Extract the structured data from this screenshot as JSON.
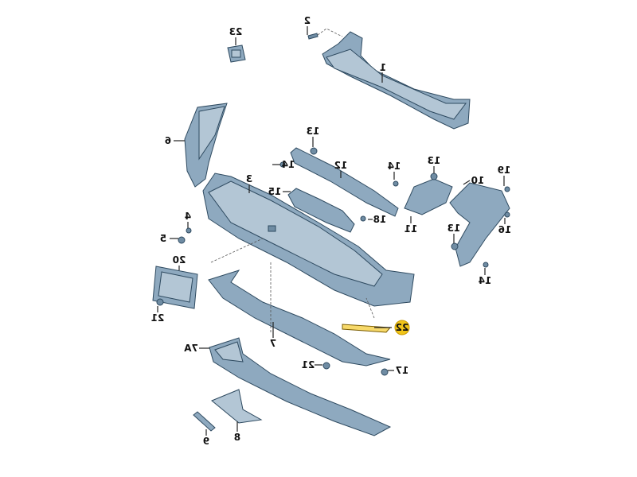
{
  "diagram": {
    "title": "Rear bumper exploded parts diagram",
    "mirrored_labels": true,
    "highlight_color": "#f0c419",
    "part_color": "#8ea9bf",
    "callouts": {
      "c23": "23",
      "c2": "2",
      "c1": "1",
      "c6": "6",
      "c13a": "13",
      "c14a": "14",
      "c12": "12",
      "c3": "3",
      "c15": "15",
      "c14b": "14",
      "c13b": "13",
      "c19": "19",
      "c10": "10",
      "c18": "18",
      "c11": "11",
      "c16": "16",
      "c13c": "13",
      "c14c": "14",
      "c4": "4",
      "c5": "5",
      "c20": "20",
      "c21a": "21",
      "c22": "22",
      "c7": "7",
      "c7a": "7A",
      "c21b": "21",
      "c17": "17",
      "c8": "8",
      "c9": "9"
    },
    "highlighted_part": "22"
  }
}
